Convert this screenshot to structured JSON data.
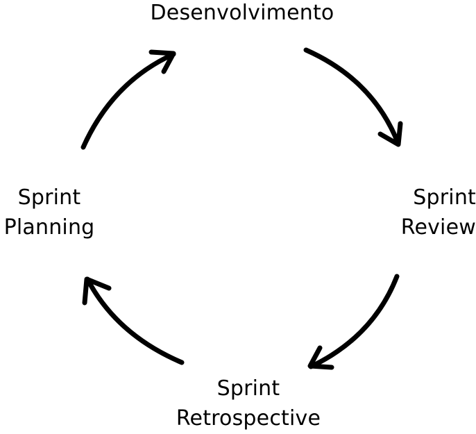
{
  "diagram": {
    "stages": {
      "top": {
        "lines": [
          "Desenvolvimento"
        ]
      },
      "right": {
        "lines": [
          "Sprint",
          "Review"
        ]
      },
      "bottom": {
        "lines": [
          "Sprint",
          "Retrospective"
        ]
      },
      "left": {
        "lines": [
          "Sprint",
          "Planning"
        ]
      }
    },
    "arrow_color": "#000000",
    "background": "#ffffff"
  }
}
